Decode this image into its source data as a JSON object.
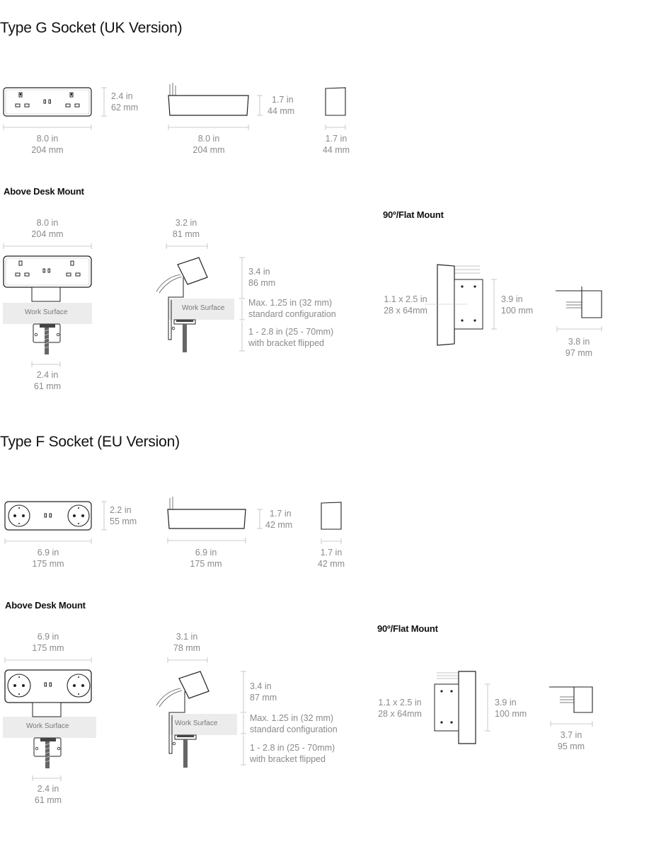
{
  "sections": [
    {
      "title": "Type G Socket (UK Version)",
      "dims": {
        "front_h": [
          "2.4 in",
          "62 mm"
        ],
        "front_w": [
          "8.0 in",
          "204 mm"
        ],
        "side_h": [
          "1.7 in",
          "44 mm"
        ],
        "side_w": [
          "8.0 in",
          "204 mm"
        ],
        "end_w": [
          "1.7 in",
          "44 mm"
        ]
      },
      "above": {
        "title": "Above Desk Mount",
        "top_w": [
          "8.0 in",
          "204 mm"
        ],
        "work_surface": "Work Surface",
        "bracket_w": [
          "2.4 in",
          "61 mm"
        ],
        "side_top_w": [
          "3.2 in",
          "81 mm"
        ],
        "side_h": [
          "3.4 in",
          "86 mm"
        ],
        "max_thick": [
          "Max. 1.25 in (32 mm)",
          "standard configuration"
        ],
        "flipped": [
          "1 - 2.8 in (25 - 70mm)",
          "with bracket flipped"
        ],
        "work_surface_side": "Work Surface"
      },
      "flat": {
        "title": "90º/Flat Mount",
        "plate": [
          "1.1 x 2.5 in",
          "28 x 64mm"
        ],
        "height": [
          "3.9 in",
          "100 mm"
        ],
        "depth": [
          "3.8 in",
          "97 mm"
        ]
      }
    },
    {
      "title": "Type F Socket (EU Version)",
      "dims": {
        "front_h": [
          "2.2 in",
          "55 mm"
        ],
        "front_w": [
          "6.9 in",
          "175 mm"
        ],
        "side_h": [
          "1.7 in",
          "42 mm"
        ],
        "side_w": [
          "6.9 in",
          "175 mm"
        ],
        "end_w": [
          "1.7 in",
          "42 mm"
        ]
      },
      "above": {
        "title": "Above Desk Mount",
        "top_w": [
          "6.9 in",
          "175 mm"
        ],
        "work_surface": "Work Surface",
        "bracket_w": [
          "2.4 in",
          "61 mm"
        ],
        "side_top_w": [
          "3.1 in",
          "78 mm"
        ],
        "side_h": [
          "3.4 in",
          "87 mm"
        ],
        "max_thick": [
          "Max. 1.25 in (32 mm)",
          "standard configuration"
        ],
        "flipped": [
          "1 - 2.8 in (25 - 70mm)",
          "with bracket flipped"
        ],
        "work_surface_side": "Work Surface"
      },
      "flat": {
        "title": "90º/Flat Mount",
        "plate": [
          "1.1 x 2.5 in",
          "28 x 64mm"
        ],
        "height": [
          "3.9 in",
          "100 mm"
        ],
        "depth": [
          "3.7 in",
          "95 mm"
        ]
      }
    }
  ]
}
